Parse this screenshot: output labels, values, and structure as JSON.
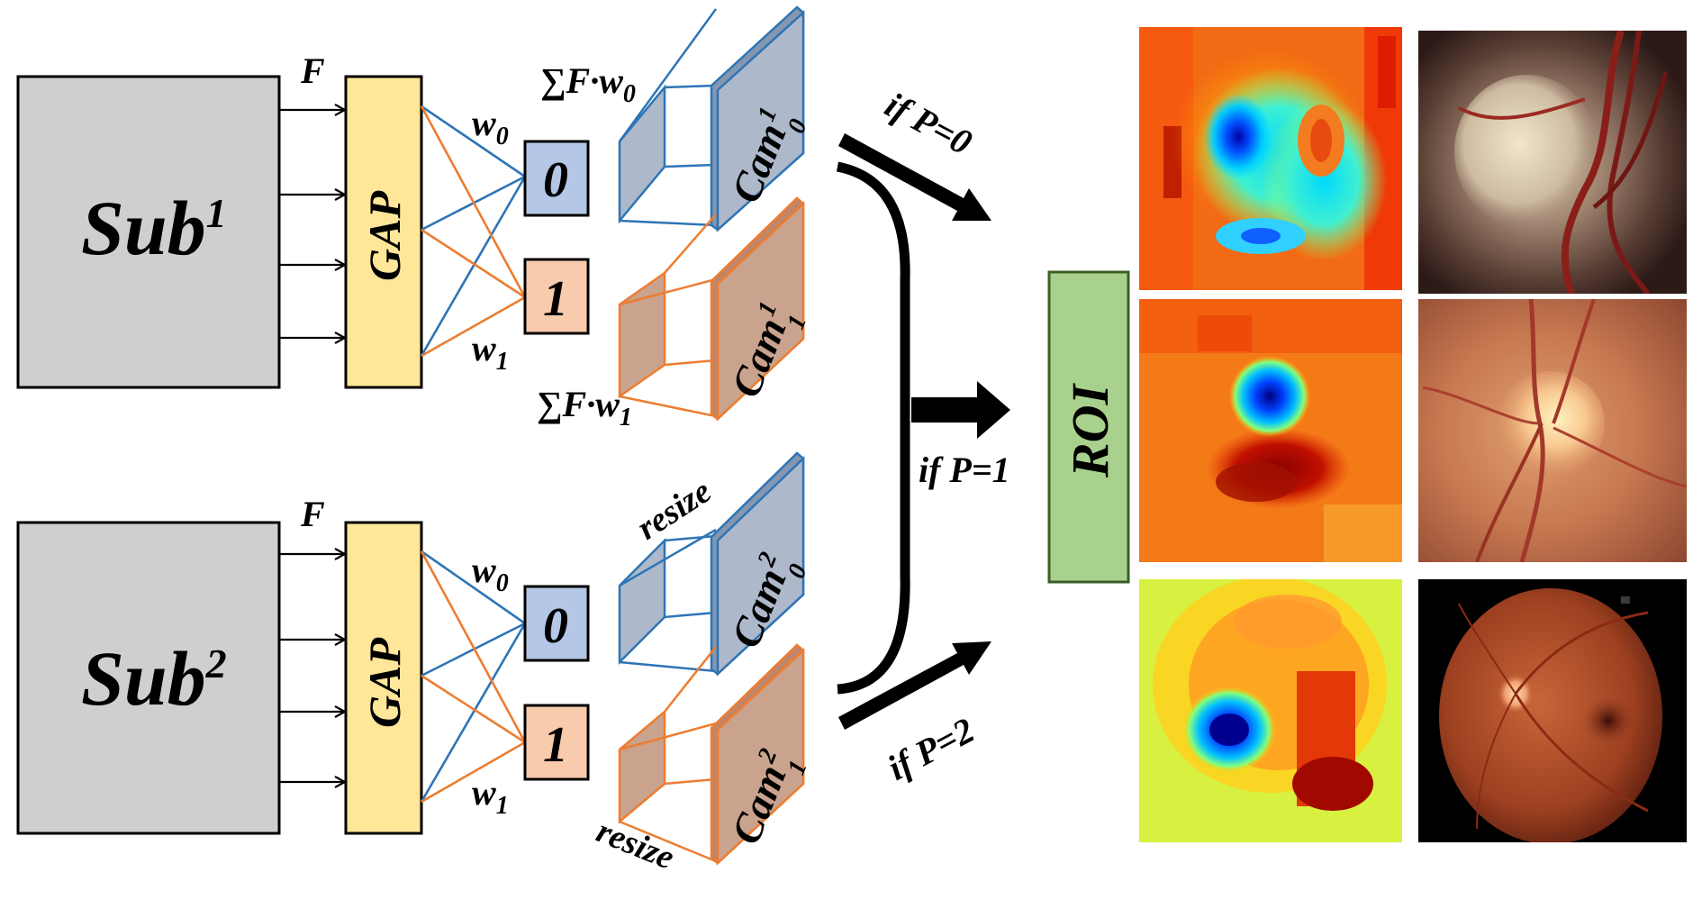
{
  "colors": {
    "sub_fill": "#d0cece",
    "gap_fill": "#ffe699",
    "class0_fill": "#b4c7e7",
    "class1_fill": "#f8cbad",
    "blue_line": "#2e75b6",
    "orange_line": "#ed7d31",
    "cam_blue_fill": "#adb9ca",
    "cam_orange_fill": "#c9a38d",
    "roi_fill": "#a9d18e",
    "roi_border": "#548235"
  },
  "modules": [
    {
      "sub_base": "Sub",
      "sub_sup": "1",
      "feature_label": "F",
      "gap_label": "GAP",
      "w0_label": "w",
      "w0_sub": "0",
      "w1_label": "w",
      "w1_sub": "1",
      "class0": "0",
      "class1": "1",
      "sum0_label": "∑F·w",
      "sum0_sub": "0",
      "sum1_label": "∑F·w",
      "sum1_sub": "1",
      "cam0": {
        "base": "Cam",
        "sup": "1",
        "sub": "0"
      },
      "cam1": {
        "base": "Cam",
        "sup": "1",
        "sub": "1"
      }
    },
    {
      "sub_base": "Sub",
      "sub_sup": "2",
      "feature_label": "F",
      "gap_label": "GAP",
      "w0_label": "w",
      "w0_sub": "0",
      "w1_label": "w",
      "w1_sub": "1",
      "class0": "0",
      "class1": "1",
      "resize_top": "resize",
      "resize_bottom": "resize",
      "cam0": {
        "base": "Cam",
        "sup": "2",
        "sub": "0"
      },
      "cam1": {
        "base": "Cam",
        "sup": "2",
        "sub": "1"
      }
    }
  ],
  "conditions": [
    "if P=0",
    "if P=1",
    "if P=2"
  ],
  "roi_label": "ROI",
  "images": {
    "heatmaps": [
      "heatmap with blue low-activation region near upper center",
      "heatmap with small blue spot at center",
      "heatmap with blue spot at lower left"
    ],
    "fundus": [
      "retinal fundus photo with optic disc, greyish",
      "retinal fundus photo with bright optic disc",
      "full circular retinal fundus photo"
    ]
  }
}
